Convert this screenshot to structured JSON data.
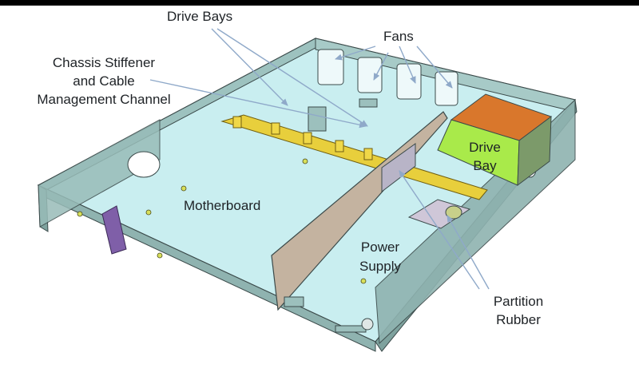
{
  "labels": {
    "drive_bays": "Drive Bays",
    "fans": "Fans",
    "chassis_line1": "Chassis Stiffener",
    "chassis_line2": "and Cable",
    "chassis_line3": "Management Channel",
    "motherboard": "Motherboard",
    "drive_bay_line1": "Drive",
    "drive_bay_line2": "Bay",
    "power_line1": "Power",
    "power_line2": "Supply",
    "partition_line1": "Partition",
    "partition_line2": "Rubber"
  },
  "colors": {
    "floor": "#c9eef0",
    "wall_outer": "#8fb3b0",
    "wall_inner": "#a7cac7",
    "partition": "#c4b3a0",
    "rail": "#e8cf3c",
    "drive_top": "#d9772c",
    "drive_front": "#a9ea4a",
    "bracket": "#7f5fa8",
    "arrow": "#8fa9c9"
  }
}
